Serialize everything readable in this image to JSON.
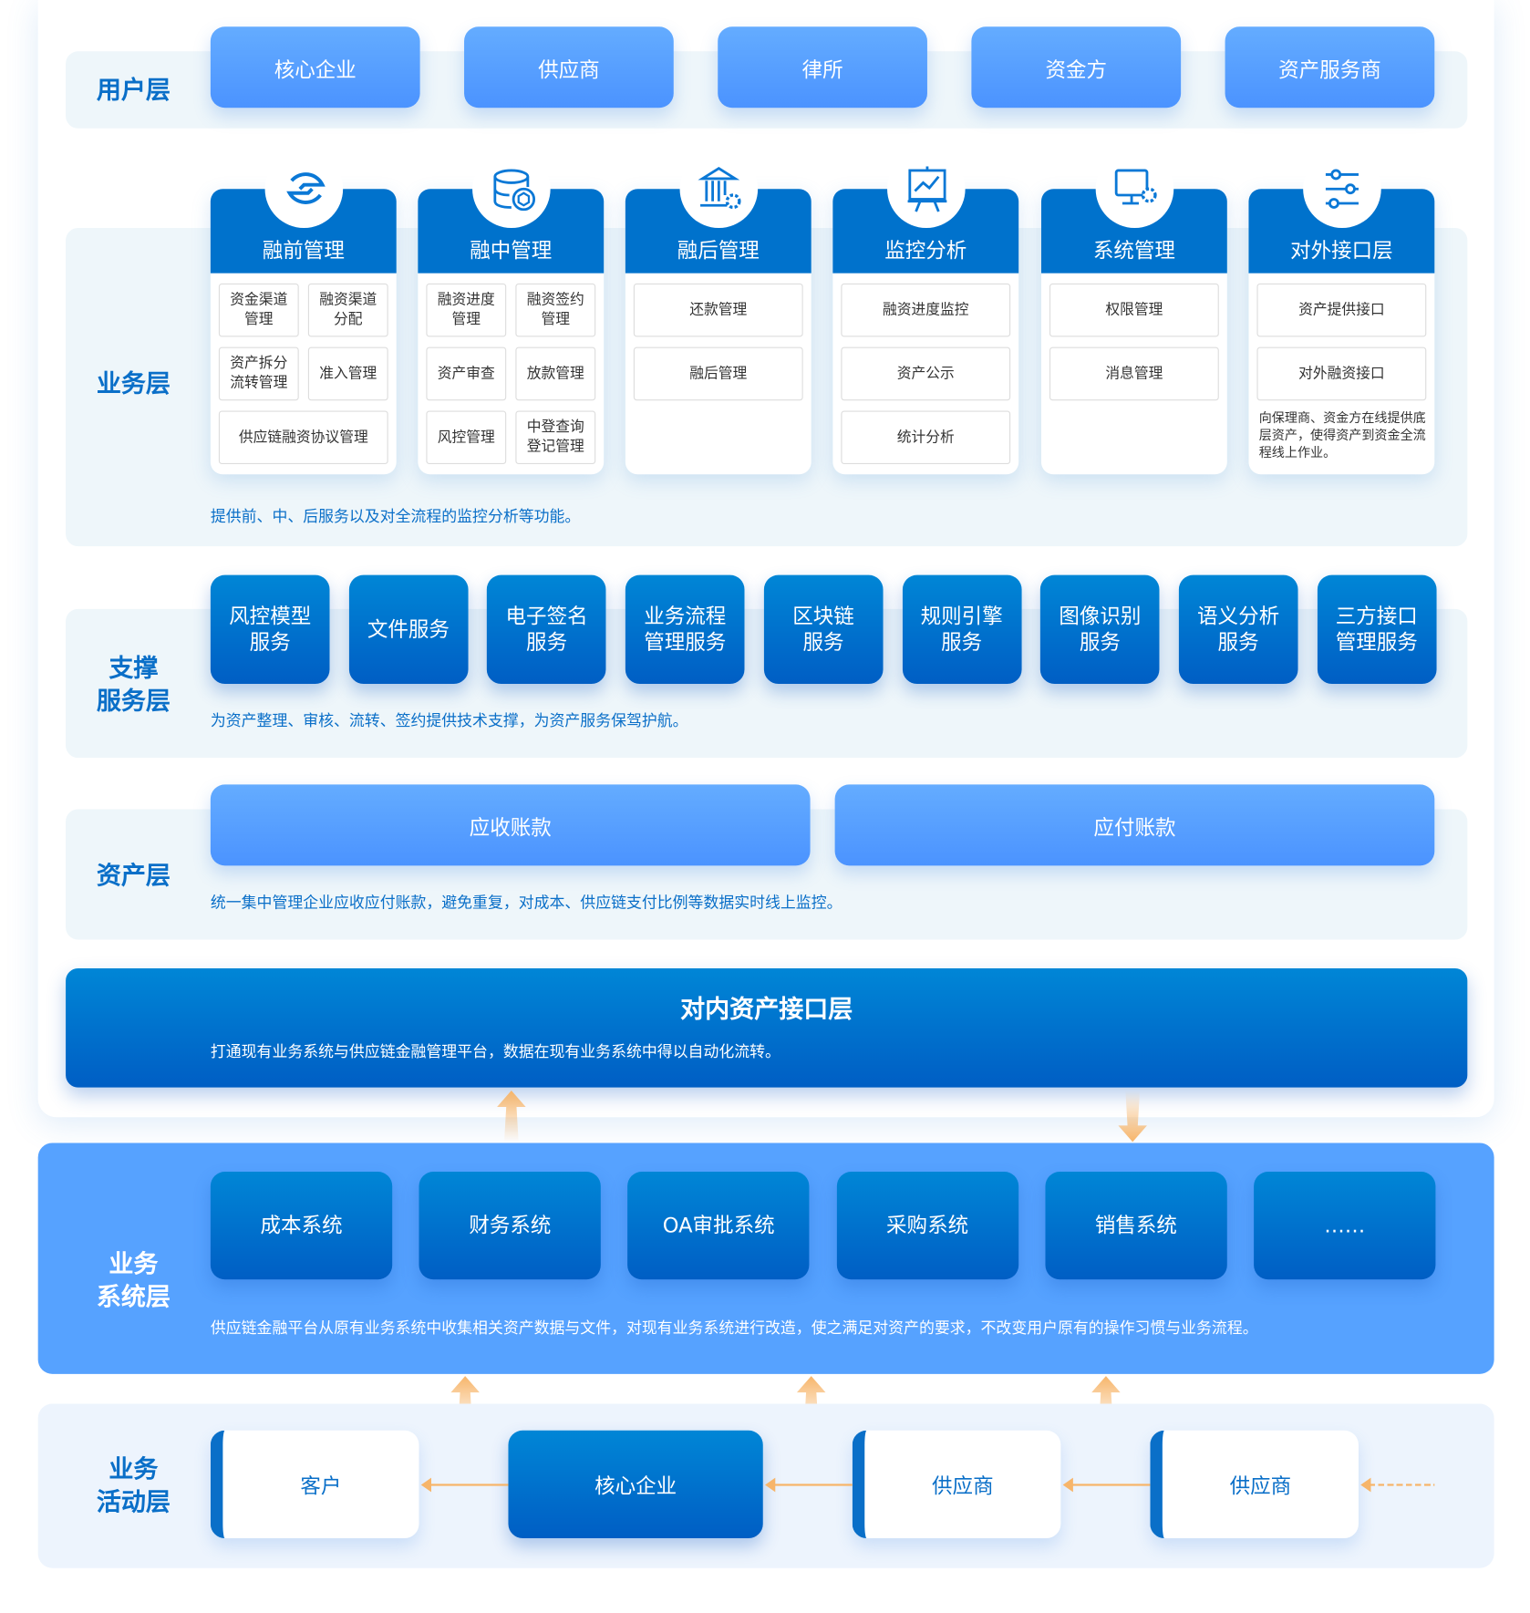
{
  "colors": {
    "primary": "#0072cc",
    "label": "#0a6fc8",
    "band": "#eef6fa",
    "system_bg": "#56a2ff",
    "arrow": "#f7b56a"
  },
  "user_layer": {
    "label": "用户层",
    "items": [
      "核心企业",
      "供应商",
      "律所",
      "资金方",
      "资产服务商"
    ]
  },
  "business_layer": {
    "label": "业务层",
    "description": "提供前、中、后服务以及对全流程的监控分析等功能。",
    "cards": [
      {
        "title": "融前管理",
        "icon": "exchange-icon",
        "items": [
          "资金渠道\n管理",
          "融资渠道\n分配",
          "资产拆分\n流转管理",
          "准入管理",
          "供应链融资协议管理"
        ]
      },
      {
        "title": "融中管理",
        "icon": "database-coin-icon",
        "items": [
          "融资进度\n管理",
          "融资签约\n管理",
          "资产审查",
          "放款管理",
          "风控管理",
          "中登查询\n登记管理"
        ]
      },
      {
        "title": "融后管理",
        "icon": "bank-gear-icon",
        "items": [
          "还款管理",
          "融后管理"
        ]
      },
      {
        "title": "监控分析",
        "icon": "chart-board-icon",
        "items": [
          "融资进度监控",
          "资产公示",
          "统计分析"
        ]
      },
      {
        "title": "系统管理",
        "icon": "monitor-gear-icon",
        "items": [
          "权限管理",
          "消息管理"
        ]
      },
      {
        "title": "对外接口层",
        "icon": "sliders-icon",
        "items": [
          "资产提供接口",
          "对外融资接口"
        ],
        "note": "向保理商、资金方在线提供底层资产，使得资产到资金全流程线上作业。"
      }
    ]
  },
  "support_layer": {
    "label": "支撑\n服务层",
    "description": "为资产整理、审核、流转、签约提供技术支撑，为资产服务保驾护航。",
    "items": [
      "风控模型\n服务",
      "文件服务",
      "电子签名\n服务",
      "业务流程\n管理服务",
      "区块链\n服务",
      "规则引擎\n服务",
      "图像识别\n服务",
      "语义分析\n服务",
      "三方接口\n管理服务"
    ]
  },
  "asset_layer": {
    "label": "资产层",
    "description": "统一集中管理企业应收应付账款，避免重复，对成本、供应链支付比例等数据实时线上监控。",
    "items": [
      "应收账款",
      "应付账款"
    ]
  },
  "internal_interface": {
    "title": "对内资产接口层",
    "description": "打通现有业务系统与供应链金融管理平台，数据在现有业务系统中得以自动化流转。"
  },
  "system_layer": {
    "label": "业务\n系统层",
    "description": "供应链金融平台从原有业务系统中收集相关资产数据与文件，对现有业务系统进行改造，使之满足对资产的要求，不改变用户原有的操作习惯与业务流程。",
    "items": [
      "成本系统",
      "财务系统",
      "OA审批系统",
      "采购系统",
      "销售系统",
      "……"
    ]
  },
  "activity_layer": {
    "label": "业务\n活动层",
    "items": [
      "客户",
      "核心企业",
      "供应商",
      "供应商"
    ]
  }
}
